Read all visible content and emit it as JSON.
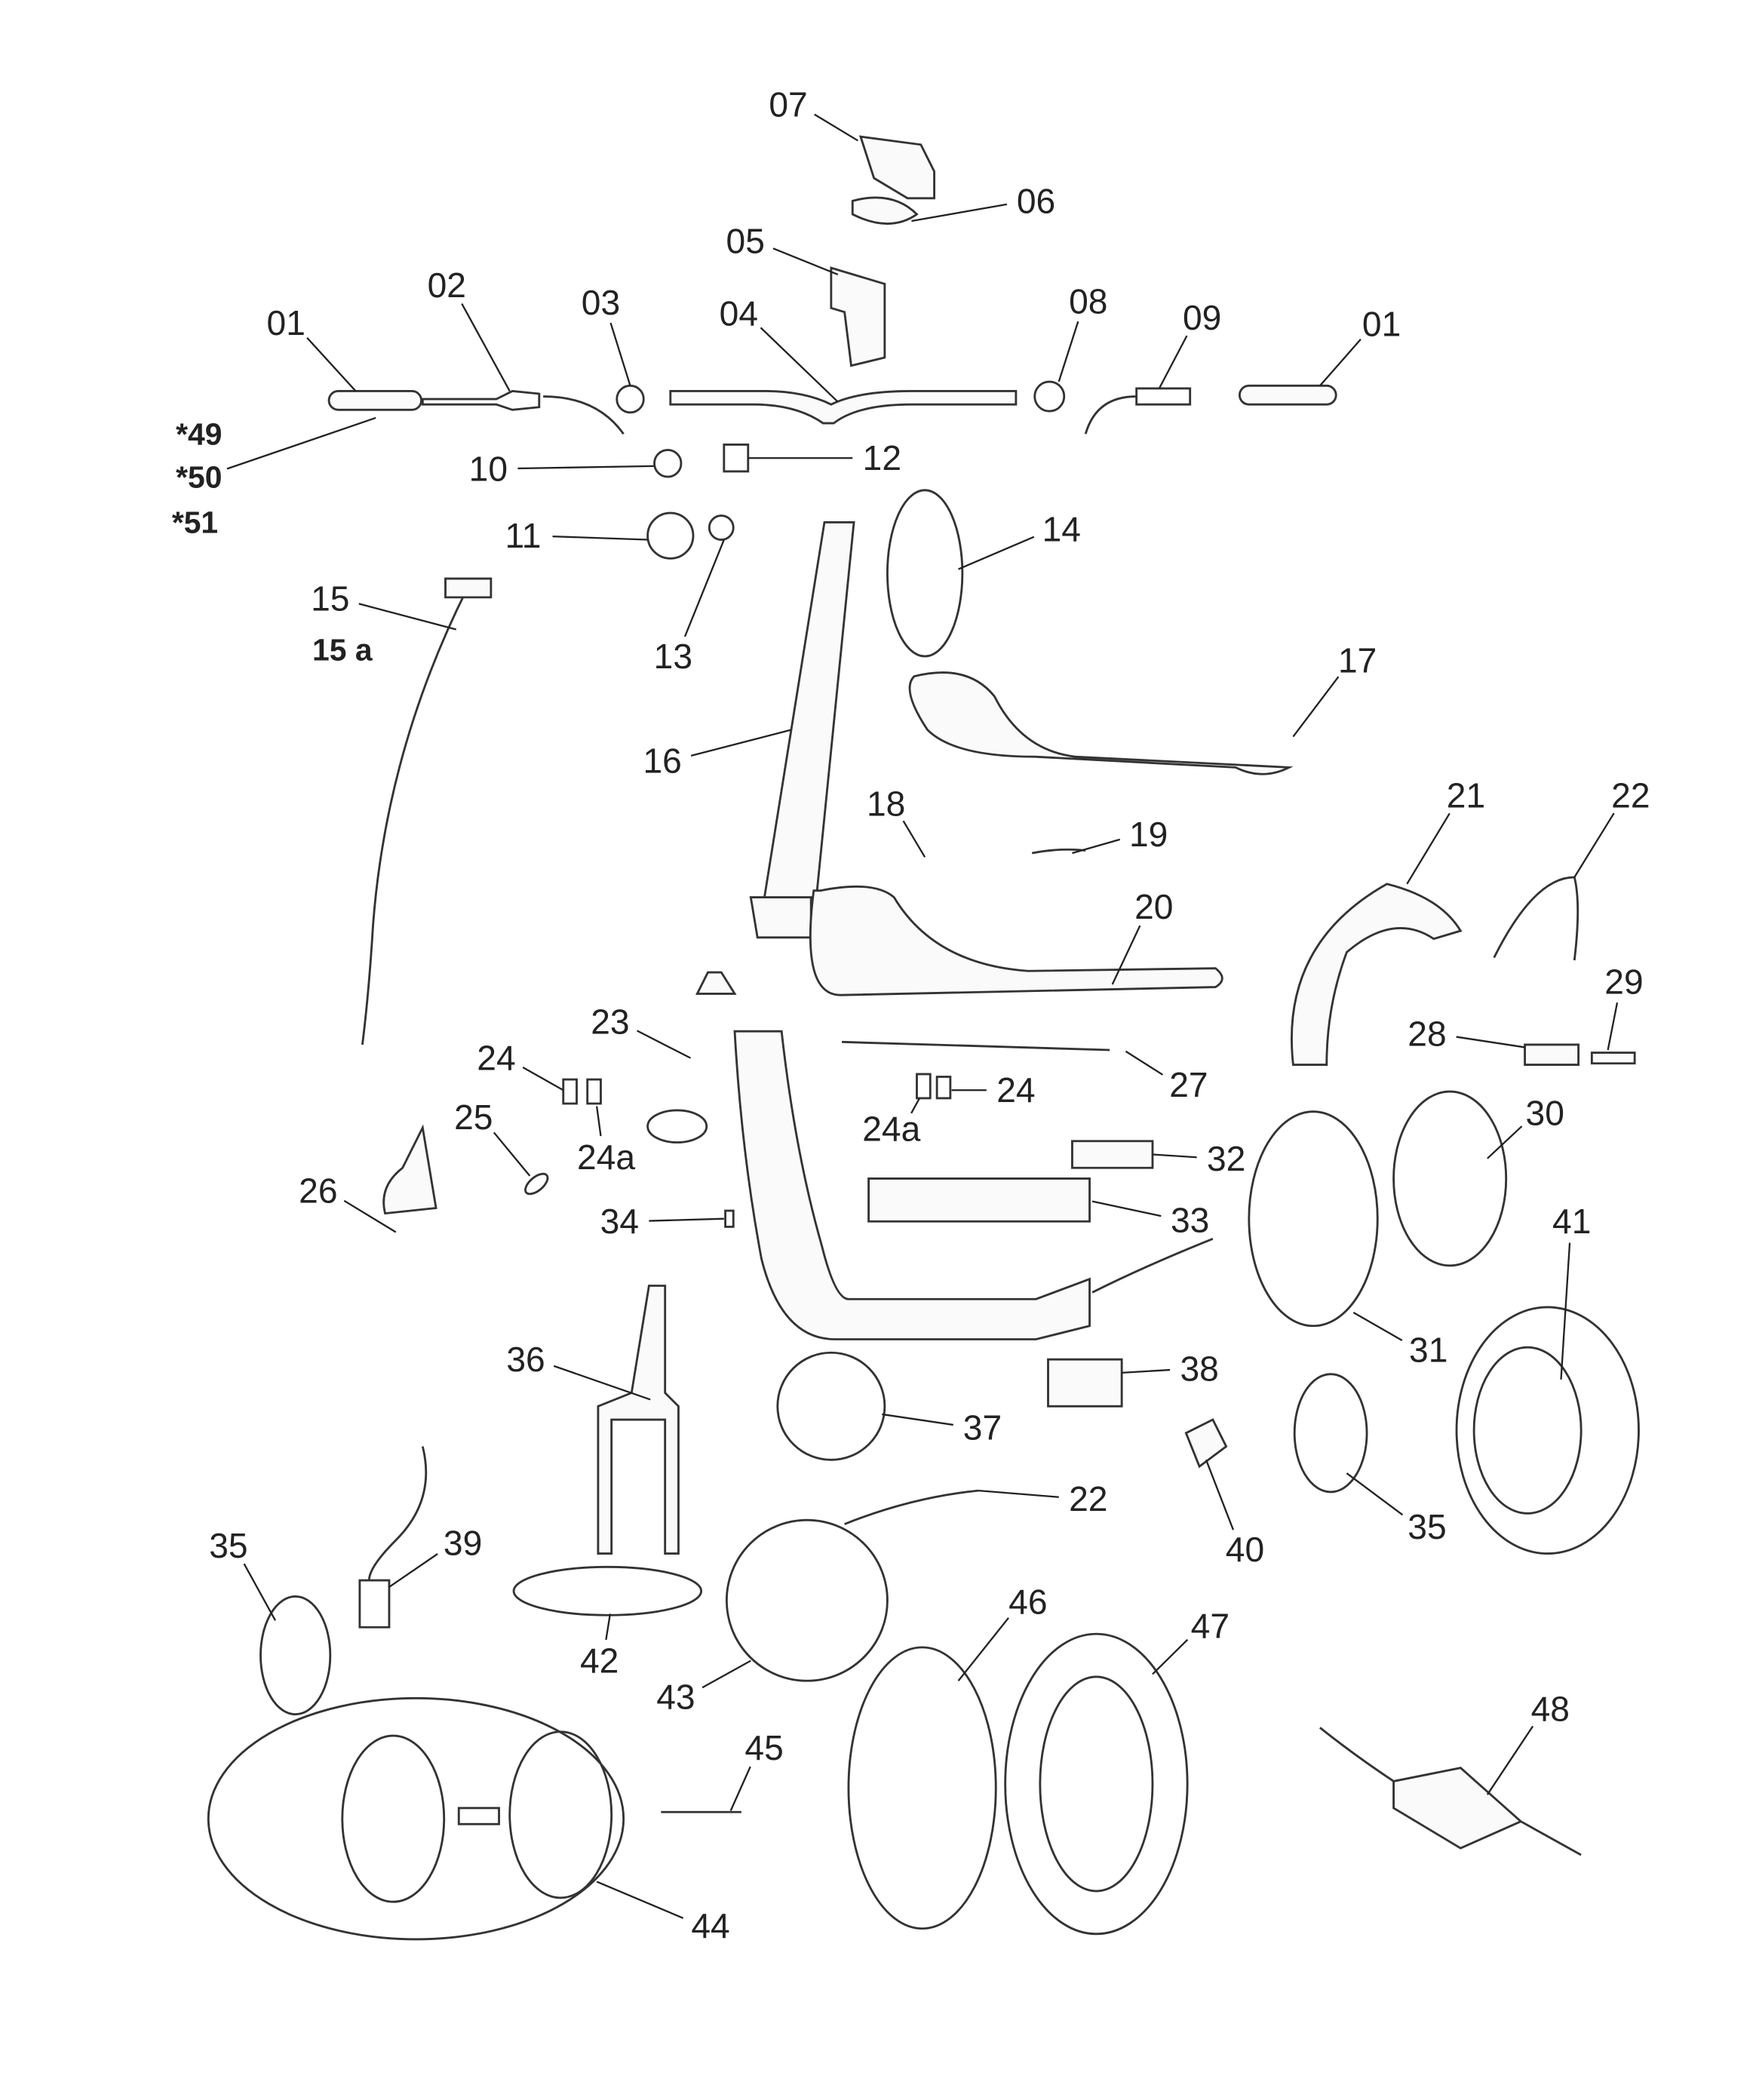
{
  "diagram": {
    "labels": [
      "07",
      "06",
      "05",
      "02",
      "03",
      "04",
      "08",
      "09",
      "01",
      "01",
      "*49",
      "*50",
      "*51",
      "10",
      "12",
      "11",
      "14",
      "15",
      "15 a",
      "13",
      "17",
      "16",
      "18",
      "19",
      "21",
      "22",
      "20",
      "29",
      "23",
      "24",
      "28",
      "27",
      "24",
      "24a",
      "25",
      "24a",
      "30",
      "32",
      "26",
      "34",
      "33",
      "41",
      "36",
      "31",
      "38",
      "37",
      "22",
      "35",
      "40",
      "35",
      "39",
      "46",
      "47",
      "42",
      "43",
      "48",
      "45",
      "44"
    ]
  }
}
